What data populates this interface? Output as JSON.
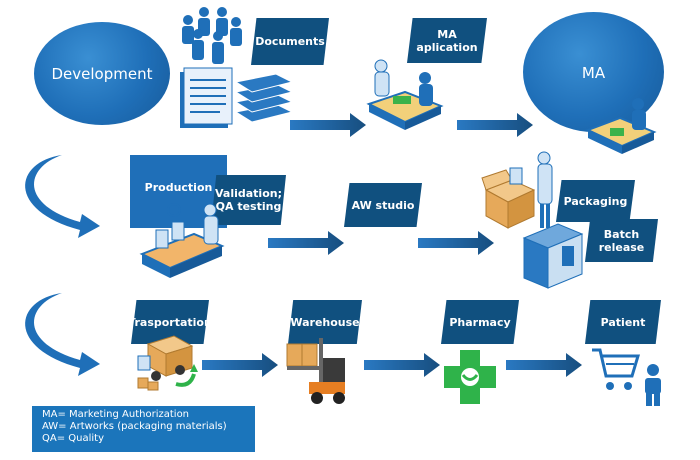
{
  "nodes": {
    "development": "Development",
    "ma": "MA",
    "documents": "Documents",
    "ma_application": "MA\naplication",
    "production": "Production",
    "validation": "Validation;\nQA testing",
    "aw_studio": "AW studio",
    "packaging": "Packaging",
    "batch_release": "Batch\nrelease",
    "transportation": "Trasportation",
    "warehouse": "Warehouse",
    "pharmacy": "Pharmacy",
    "patient": "Patient"
  },
  "legend": {
    "line1": "MA= Marketing Authorization",
    "line2": "AW= Artworks (packaging materials)",
    "line3": "QA= Quality"
  },
  "colors": {
    "primary_blue": "#1f6fb8",
    "dark_blue": "#10507f",
    "arrow_blue": "#1e5f95",
    "pharmacy_green": "#2fb34a"
  },
  "icons": [
    "people-icon",
    "documents-icon",
    "meeting-icon",
    "inspector-desk-icon",
    "production-line-icon",
    "worker-boxes-icon",
    "server-box-icon",
    "truck-icon",
    "forklift-icon",
    "pharmacy-cross-icon",
    "shopping-cart-icon",
    "person-icon"
  ]
}
